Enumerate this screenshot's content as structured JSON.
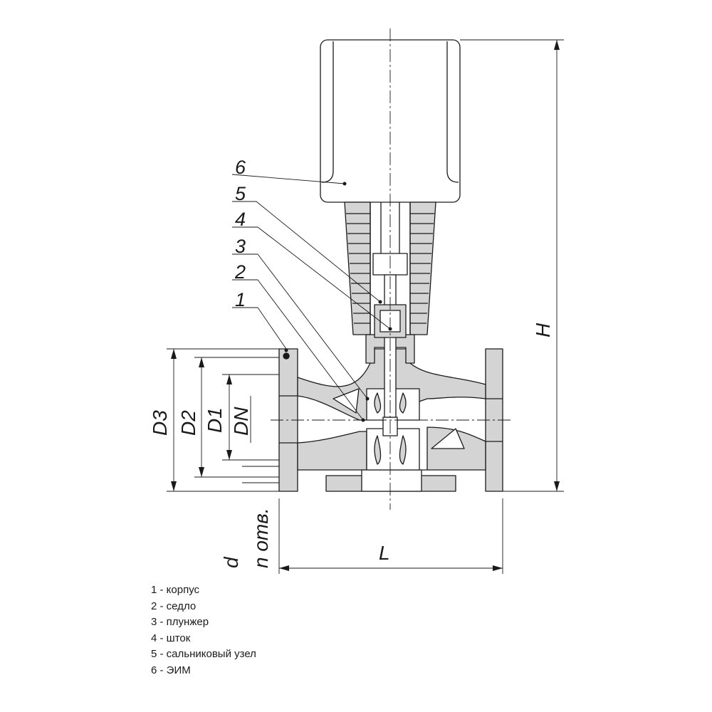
{
  "part_callouts": [
    "6",
    "5",
    "4",
    "3",
    "2",
    "1"
  ],
  "dimensions": {
    "d3": "D3",
    "d2": "D2",
    "d1": "D1",
    "dn": "DN",
    "h": "H",
    "l": "L",
    "d": "d",
    "n_holes": "n отв."
  },
  "legend": [
    "1 - корпус",
    "2 - седло",
    "3 - плунжер",
    "4 - шток",
    "5 - сальниковый узел",
    "6 - ЭИМ"
  ],
  "colors": {
    "body_fill": "#d4d4d4",
    "line": "#1a1a1a"
  }
}
